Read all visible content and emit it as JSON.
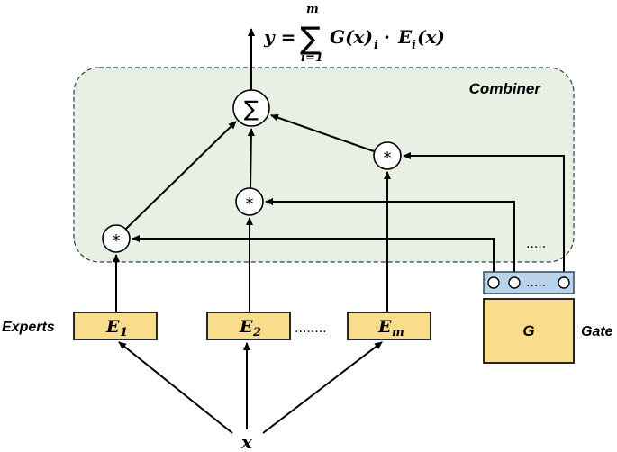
{
  "formula": {
    "lhs": "y =",
    "sum_symbol": "∑",
    "upper_limit": "m",
    "lower_limit": "i=1",
    "term_g": "G(x)",
    "term_g_sub": "i",
    "dot": "·",
    "term_e": "E",
    "term_e_sub": "i",
    "term_e_arg": "(x)"
  },
  "combiner": {
    "label": "Combiner",
    "sum_node": "∑",
    "multiply_symbol": "*"
  },
  "experts": {
    "label": "Experts",
    "boxes": [
      {
        "letter": "E",
        "sub": "1"
      },
      {
        "letter": "E",
        "sub": "2"
      },
      {
        "letter": "E",
        "sub": "m"
      }
    ],
    "ellipsis": "........"
  },
  "gate": {
    "label": "Gate",
    "box_label": "G",
    "port_ellipsis": ".....",
    "line_ellipsis": "....."
  },
  "input": {
    "label": "x"
  },
  "colors": {
    "combiner_fill": "#e8efe3",
    "expert_fill": "#f9dc8c",
    "gate_strip_fill": "#b9d4ea"
  }
}
